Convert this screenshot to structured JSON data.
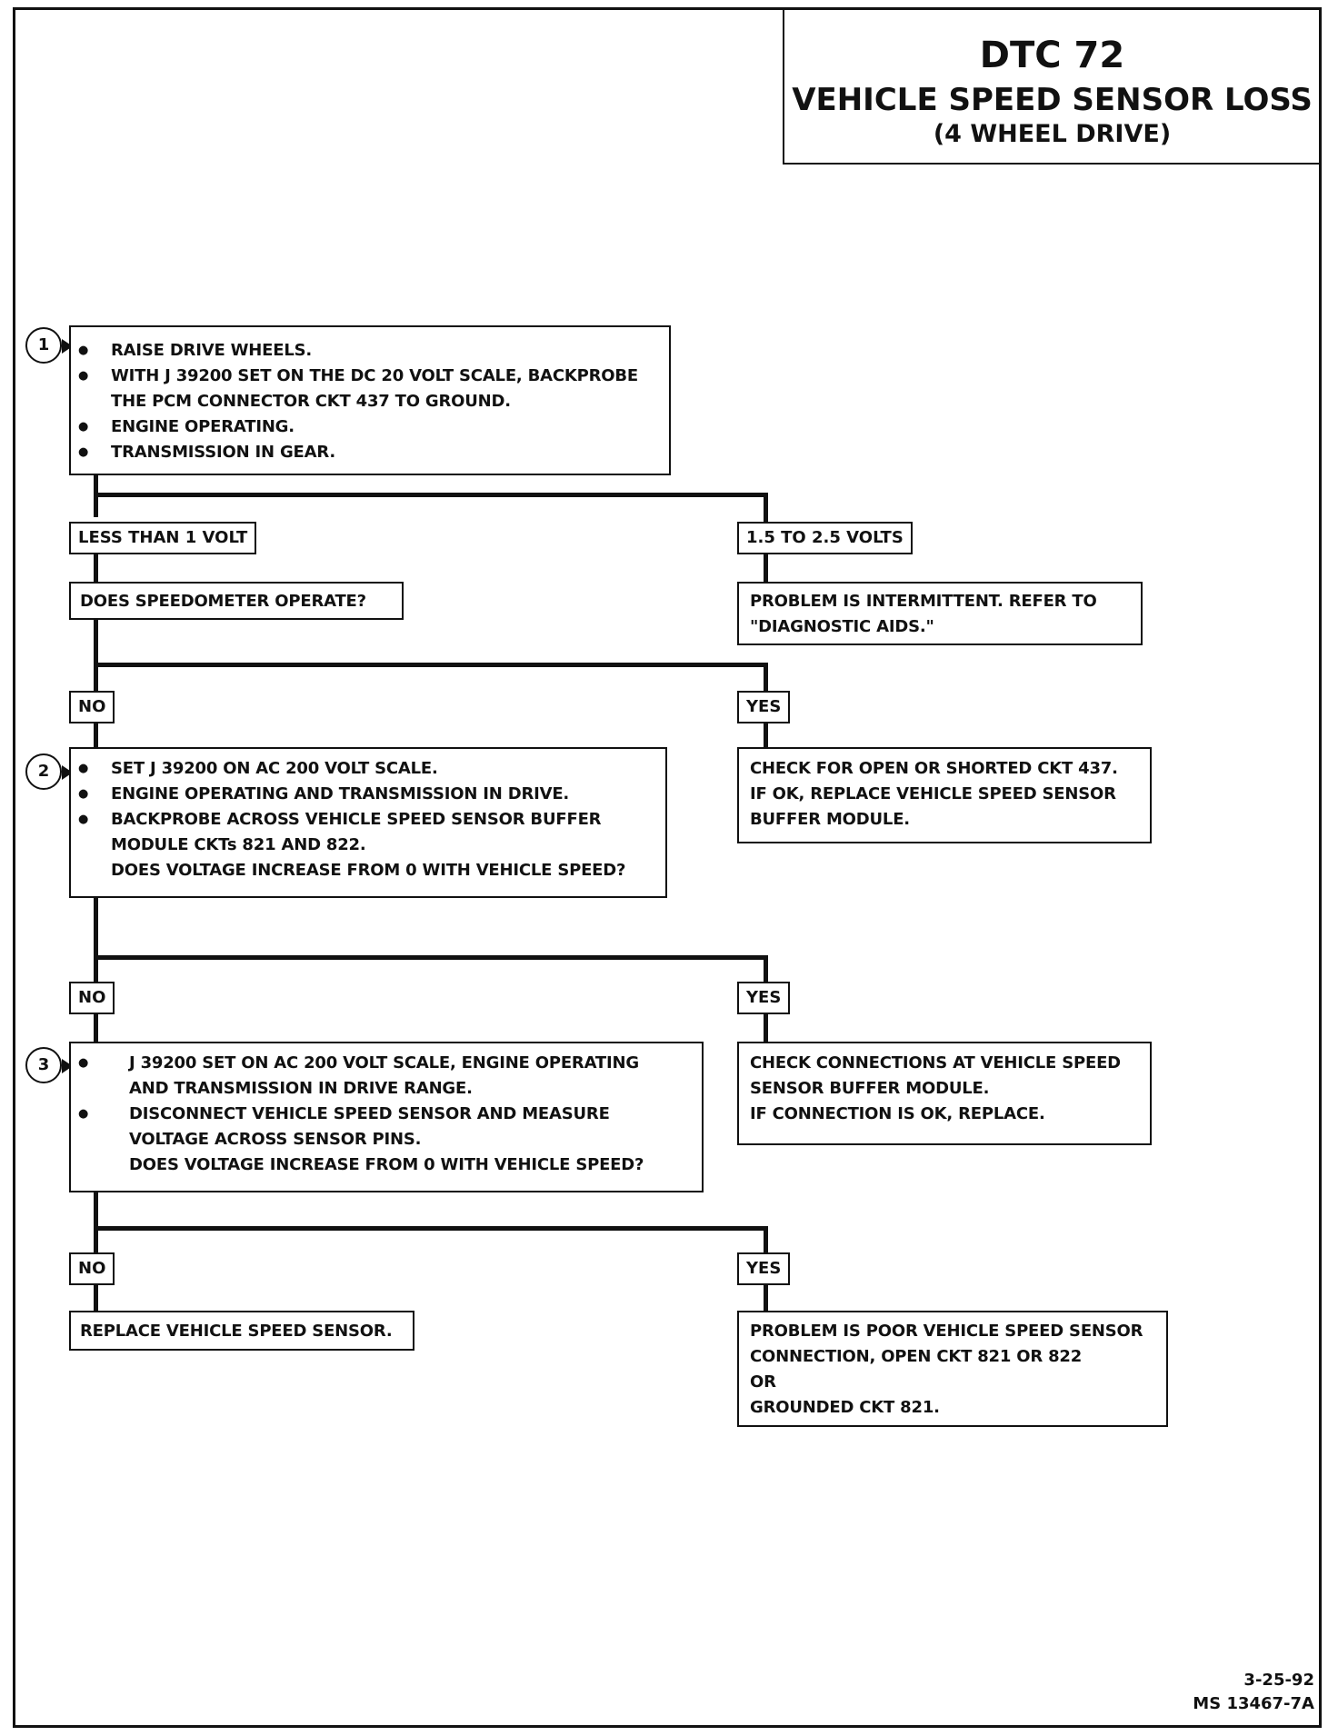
{
  "title": {
    "dtc": "DTC 72",
    "name": "VEHICLE SPEED SENSOR LOSS",
    "sub": "(4 WHEEL DRIVE)"
  },
  "step1": {
    "number": "1",
    "b1": "RAISE DRIVE WHEELS.",
    "b2": "WITH J 39200 SET ON THE DC 20 VOLT SCALE, BACKPROBE",
    "b2c": "THE PCM CONNECTOR CKT 437 TO GROUND.",
    "b3": "ENGINE OPERATING.",
    "b4": "TRANSMISSION IN GEAR."
  },
  "branch1": {
    "left_label": "LESS THAN 1 VOLT",
    "right_label": "1.5 TO 2.5 VOLTS",
    "left_question": "DOES SPEEDOMETER OPERATE?",
    "right_l1": "PROBLEM IS INTERMITTENT.  REFER TO",
    "right_l2": "\"DIAGNOSTIC AIDS.\""
  },
  "branch2": {
    "no": "NO",
    "yes": "YES",
    "yes_l1": "CHECK FOR OPEN OR SHORTED CKT 437.",
    "yes_l2": "IF OK, REPLACE VEHICLE SPEED SENSOR",
    "yes_l3": "BUFFER MODULE."
  },
  "step2": {
    "number": "2",
    "b1": "SET J 39200 ON AC 200 VOLT SCALE.",
    "b2": "ENGINE OPERATING AND TRANSMISSION IN DRIVE.",
    "b3": "BACKPROBE ACROSS VEHICLE SPEED SENSOR BUFFER",
    "b3c": "MODULE CKTs 821 AND 822.",
    "q": "DOES VOLTAGE INCREASE FROM 0 WITH VEHICLE SPEED?"
  },
  "branch3": {
    "no": "NO",
    "yes": "YES",
    "yes_l1": "CHECK CONNECTIONS AT VEHICLE SPEED",
    "yes_l2": "SENSOR BUFFER MODULE.",
    "yes_l3": "IF CONNECTION IS OK, REPLACE."
  },
  "step3": {
    "number": "3",
    "b1": "J 39200 SET ON AC 200 VOLT SCALE, ENGINE OPERATING",
    "b1c": "AND TRANSMISSION IN DRIVE RANGE.",
    "b2": "DISCONNECT VEHICLE SPEED SENSOR AND MEASURE",
    "b2c": "VOLTAGE ACROSS SENSOR PINS.",
    "q": "DOES VOLTAGE INCREASE FROM 0 WITH VEHICLE SPEED?"
  },
  "branch4": {
    "no": "NO",
    "yes": "YES",
    "no_result": "REPLACE VEHICLE SPEED SENSOR.",
    "yes_l1": "PROBLEM IS POOR VEHICLE SPEED SENSOR",
    "yes_l2": "CONNECTION, OPEN CKT 821 OR 822",
    "yes_l3": "OR",
    "yes_l4": "GROUNDED CKT 821."
  },
  "footer": {
    "date": "3-25-92",
    "code": "MS 13467-7A"
  }
}
